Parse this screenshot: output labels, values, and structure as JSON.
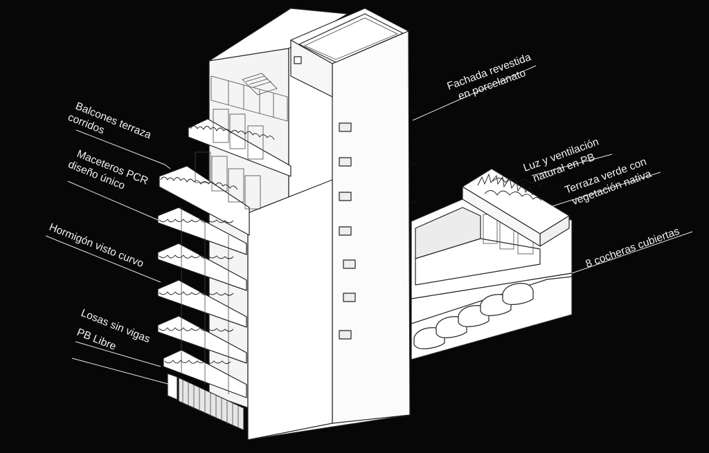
{
  "labels": {
    "fachada": [
      "Fachada revestida",
      "en porcelanato"
    ],
    "balcones": [
      "Balcones terraza",
      "corridos"
    ],
    "maceteros": [
      "Maceteros PCR",
      "diseño único"
    ],
    "hormigon": [
      "Hormigón visto curvo"
    ],
    "losas": [
      "Losas sin vigas"
    ],
    "pb_libre": [
      "PB Libre"
    ],
    "luz": [
      "Luz y ventilación",
      "natural en PB"
    ],
    "terraza_verde": [
      "Terraza verde con",
      "vegetación nativa"
    ],
    "cocheras": [
      "8 cocheras cubiertas"
    ]
  },
  "colors": {
    "background": "#070707",
    "building": "#ffffff",
    "shade": "#d9d9d9",
    "text": "#f2f2f2"
  }
}
